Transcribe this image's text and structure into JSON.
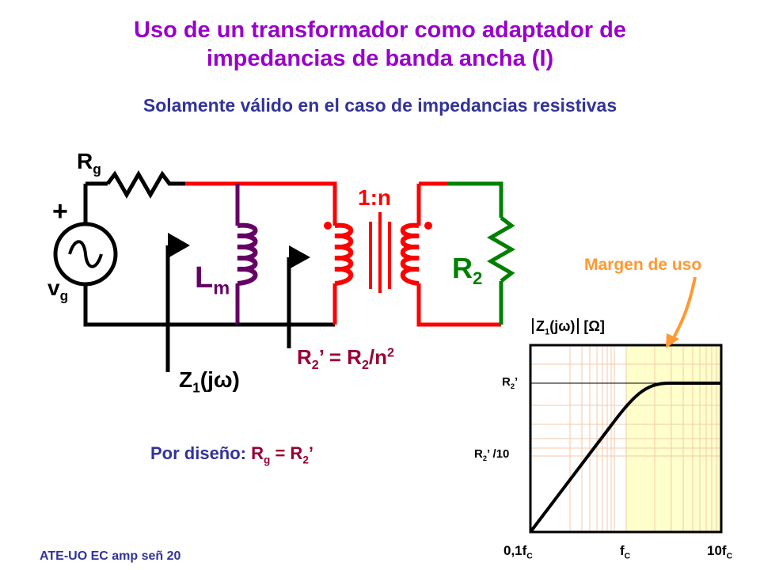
{
  "title_line1": "Uso de un transformador como adaptador de",
  "title_line2": "impedancias de banda ancha (I)",
  "subtitle": "Solamente válido en el caso de impedancias resistivas",
  "circuit": {
    "rg": "R",
    "rg_sub": "g",
    "plus": "+",
    "vg": "v",
    "vg_sub": "g",
    "lm": "L",
    "lm_sub": "m",
    "ratio": "1:n",
    "r2": "R",
    "r2_sub": "2",
    "z1_a": "Z",
    "z1_sub": "1",
    "z1_b": "(jω)",
    "r2p_a": "R",
    "r2p_sub": "2",
    "r2p_b": "’ = R",
    "r2p_sub2": "2",
    "r2p_c": "/n",
    "r2p_sup": "2"
  },
  "design": {
    "a": "Por diseño: ",
    "b": "R",
    "b_sub": "g",
    "c": " = R",
    "c_sub": "2",
    "d": "’"
  },
  "graph": {
    "margin_label": "Margen de uso",
    "ylabel_a": "Z",
    "ylabel_sub": "1",
    "ylabel_b": "(jω)",
    "ylabel_unit": "[Ω]",
    "ytick_high": "R",
    "ytick_high_sub": "2",
    "ytick_high_b": "’",
    "ytick_low": "R",
    "ytick_low_sub": "2",
    "ytick_low_b": "’ /10",
    "x0": "0,1f",
    "x0_sub": "C",
    "x1": "f",
    "x1_sub": "C",
    "x2": "10f",
    "x2_sub": "C",
    "band_color": "#ffffcc",
    "grid_color": "#f5c9a8"
  },
  "footer": "ATE-UO EC amp señ 20"
}
